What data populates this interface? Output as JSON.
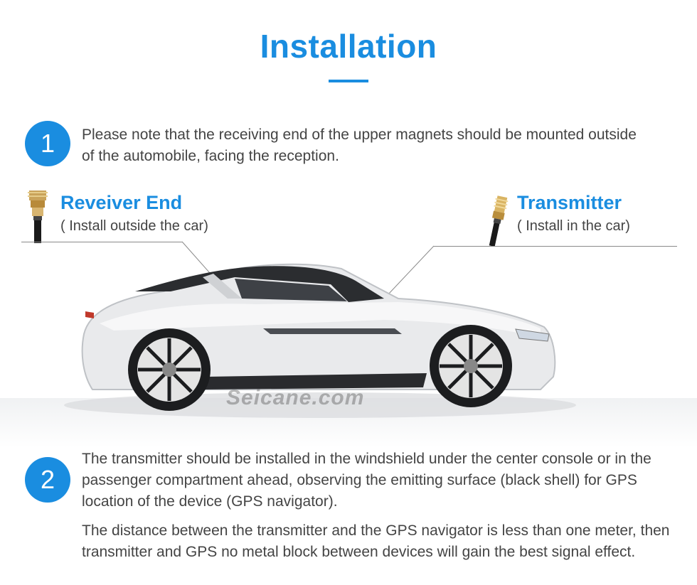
{
  "header": {
    "title": "Installation"
  },
  "steps": [
    {
      "number": "1",
      "paragraphs": [
        "Please note that the receiving end of the upper magnets should be mounted outside of the automobile, facing the reception."
      ]
    },
    {
      "number": "2",
      "paragraphs": [
        "The transmitter should be installed in the windshield under the center console or in the passenger compartment ahead, observing the emitting surface (black shell) for GPS location of the device (GPS navigator).",
        "The distance between the transmitter and the GPS navigator is less than one meter, then transmitter and GPS no metal block between devices will gain the best signal effect."
      ]
    }
  ],
  "connectors": {
    "receiver": {
      "title": "Reveiver End",
      "subtitle": "( Install outside the car)"
    },
    "transmitter": {
      "title": "Transmitter",
      "subtitle": "( Install in the car)"
    }
  },
  "watermark": "Seicane.com",
  "colors": {
    "accent": "#1a8de0",
    "text": "#444444"
  },
  "icons": [
    "sma-connector-icon",
    "sma-female-connector-icon"
  ]
}
